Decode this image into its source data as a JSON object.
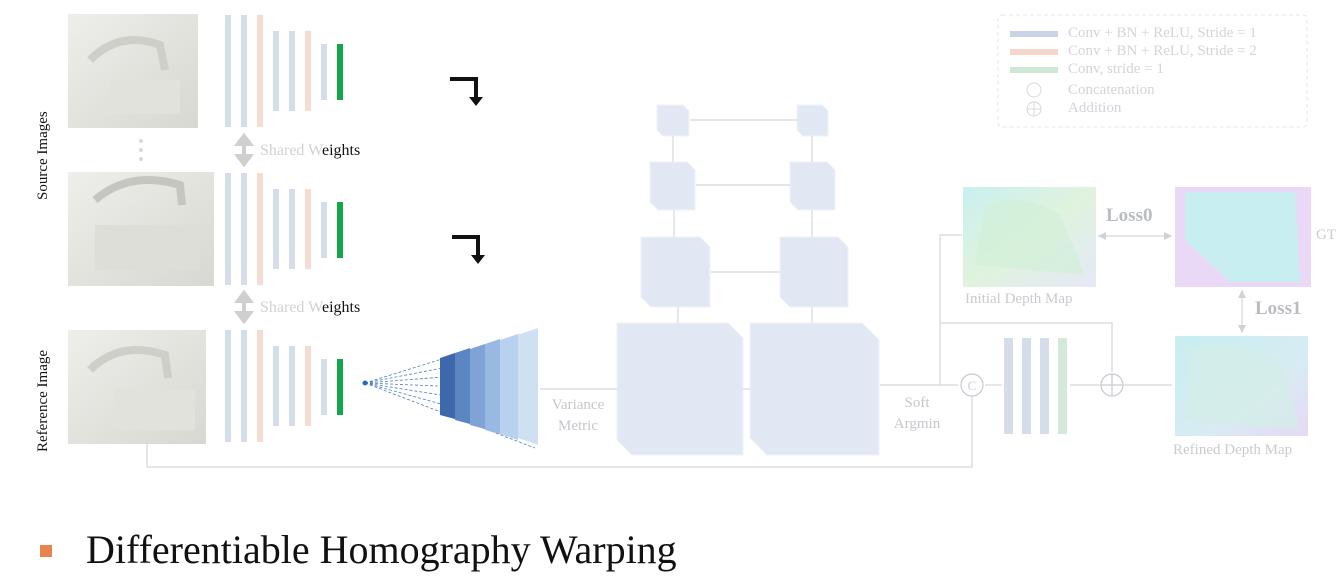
{
  "labels": {
    "source_images": "Source Images",
    "reference_image": "Reference Image",
    "shared_weights_top": [
      "Shared W",
      "eights"
    ],
    "shared_weights_bottom": [
      "Shared W",
      "eights"
    ],
    "variance_metric": [
      "Variance",
      "Metric"
    ],
    "soft_argmin": [
      "Soft",
      "Argmin"
    ],
    "initial_depth_map": "Initial Depth Map",
    "refined_depth_map": "Refined Depth Map",
    "loss0": "Loss0",
    "loss1": "Loss1",
    "gt": "GT"
  },
  "legend": {
    "items": [
      {
        "symbol": "bar",
        "color": "#c9d3e6",
        "text": "Conv + BN + ReLU, Stride = 1"
      },
      {
        "symbol": "bar",
        "color": "#f6d6cb",
        "text": "Conv + BN + ReLU, Stride = 2"
      },
      {
        "symbol": "bar",
        "color": "#cfe8d6",
        "text": "Conv, stride = 1"
      },
      {
        "symbol": "©",
        "text": "Concatenation"
      },
      {
        "symbol": "⊕",
        "text": "Addition"
      }
    ]
  },
  "bullet": {
    "text": "Differentiable Homography Warping",
    "color": "#e8834e"
  },
  "colors": {
    "stride1": "#c9d3e6",
    "stride2": "#f6d6cb",
    "conv": "#cfe8d6",
    "conv_active": "#12a84a",
    "cube": "#dde5f1",
    "frustum": "#2f6bb3"
  }
}
